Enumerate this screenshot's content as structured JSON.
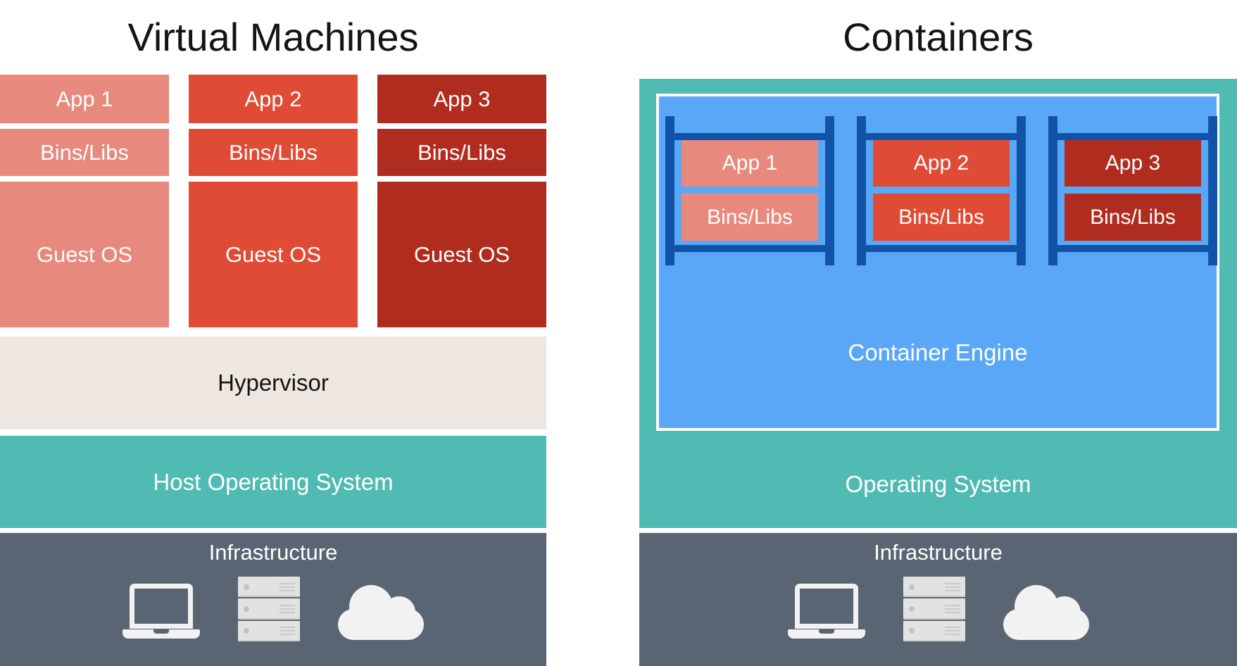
{
  "vm_panel": {
    "title": "Virtual Machines",
    "stacks": [
      {
        "app_label": "App 1",
        "bins_label": "Bins/Libs",
        "guest_os_label": "Guest OS",
        "color": "#E8897E"
      },
      {
        "app_label": "App 2",
        "bins_label": "Bins/Libs",
        "guest_os_label": "Guest OS",
        "color": "#E04B35"
      },
      {
        "app_label": "App 3",
        "bins_label": "Bins/Libs",
        "guest_os_label": "Guest OS",
        "color": "#B02C1E"
      }
    ],
    "hypervisor_label": "Hypervisor",
    "host_os_label": "Host Operating System",
    "infrastructure": {
      "label": "Infrastructure",
      "icons": [
        "laptop-icon",
        "server-icon",
        "cloud-icon"
      ]
    }
  },
  "containers_panel": {
    "title": "Containers",
    "containers": [
      {
        "app_label": "App 1",
        "bins_label": "Bins/Libs",
        "color": "#E8897E"
      },
      {
        "app_label": "App 2",
        "bins_label": "Bins/Libs",
        "color": "#E04B35"
      },
      {
        "app_label": "App 3",
        "bins_label": "Bins/Libs",
        "color": "#B02C1E"
      }
    ],
    "container_engine_label": "Container Engine",
    "os_label": "Operating System",
    "infrastructure": {
      "label": "Infrastructure",
      "icons": [
        "laptop-icon",
        "server-icon",
        "cloud-icon"
      ]
    }
  },
  "colors": {
    "app1_salmon": "#E8897E",
    "app2_red": "#E04B35",
    "app3_dark_red": "#B02C1E",
    "hypervisor_beige": "#EEE7E1",
    "os_teal": "#50BBB3",
    "infrastructure_slate": "#5A6573",
    "engine_blue": "#5AA7F8",
    "shelf_frame_blue": "#1053A8",
    "block_text": "#FFFFFF",
    "title_text": "#141414"
  }
}
